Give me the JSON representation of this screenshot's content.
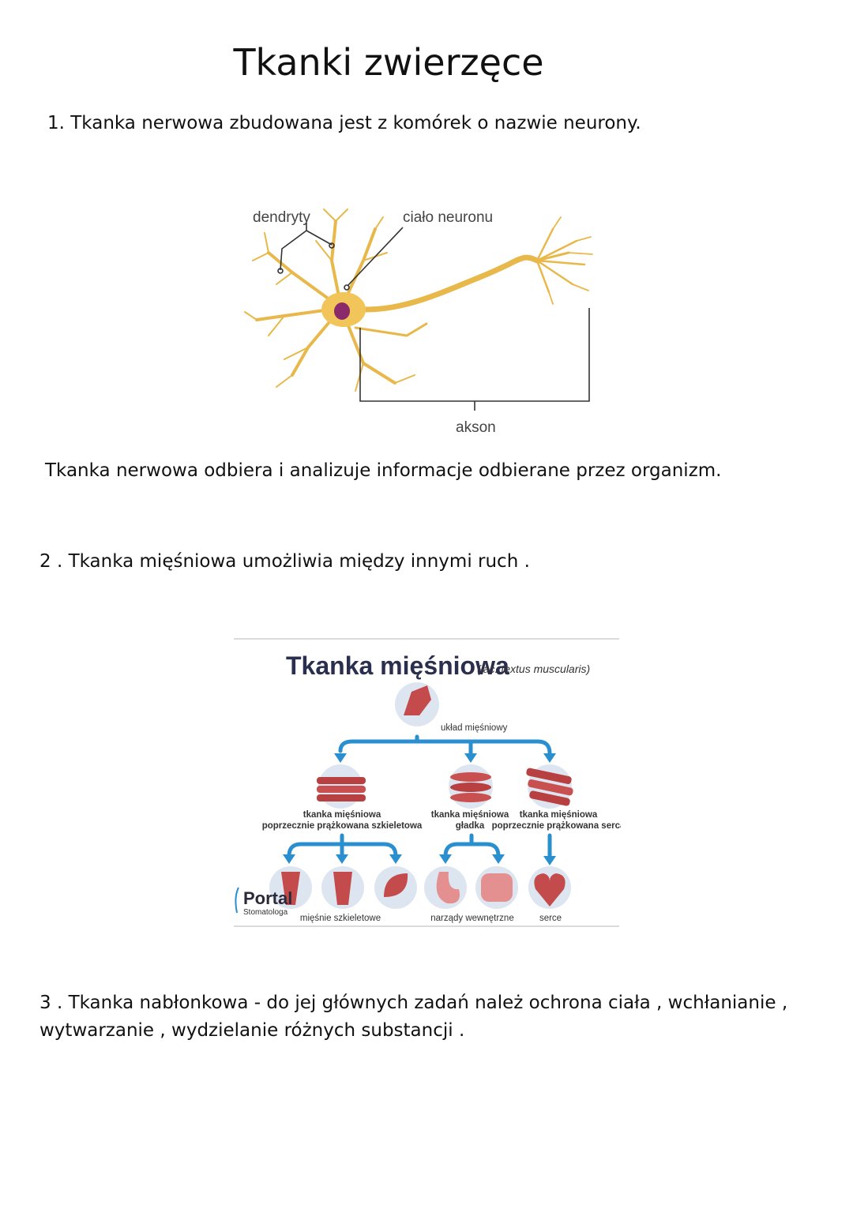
{
  "title": "Tkanki zwierzęce",
  "section1": {
    "heading": "1.  Tkanka nerwowa zbudowana jest z komórek o nazwie neurony.",
    "figure_labels": {
      "dendrites": "dendryty",
      "cell_body": "ciało neuronu",
      "axon": "akson"
    },
    "text": "Tkanka nerwowa odbiera i analizuje informacje odbierane przez organizm."
  },
  "section2": {
    "heading": "2 . Tkanka mięśniowa umożliwia między innymi ruch .",
    "figure": {
      "title": "Tkanka mięśniowa",
      "latin": "(łac. textus muscularis)",
      "top_label": "układ mięśniowy",
      "types": [
        {
          "line1": "tkanka mięśniowa",
          "line2": "poprzecznie prążkowana szkieletowa"
        },
        {
          "line1": "tkanka mięśniowa",
          "line2": "gładka"
        },
        {
          "line1": "tkanka mięśniowa",
          "line2": "poprzecznie prążkowana serca"
        }
      ],
      "bottom_labels": [
        "mięśnie szkieletowe",
        "narządy wewnętrzne",
        "serce"
      ],
      "logo_name": "Portal",
      "logo_sub": "Stomatologa"
    }
  },
  "section3": {
    "line1": "3 . Tkanka nabłonkowa - do jej głównych zadań należ  ochrona ciała , wchłanianie ,",
    "line2": "wytwarzanie , wydzielanie różnych substancji ."
  }
}
